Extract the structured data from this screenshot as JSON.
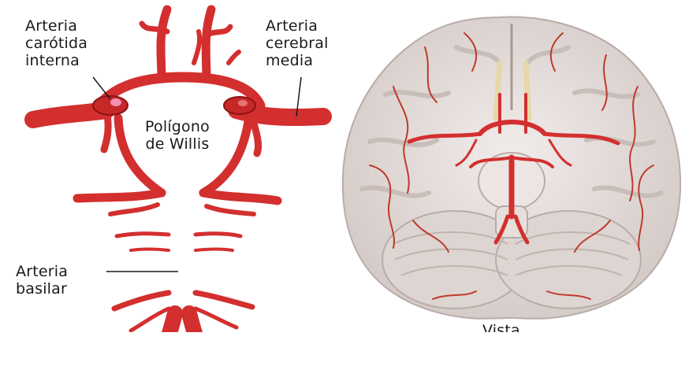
{
  "colors": {
    "artery": "#d32f2f",
    "artery_dark": "#a3191a",
    "artery_light": "#f08080",
    "brain_tissue": "#e8e2e0",
    "brain_shadow": "#c9bfbc",
    "text": "#1a1a1a"
  },
  "labels": {
    "carotid_internal": "Arteria\ncarótida\ninterna",
    "middle_cerebral": "Arteria\ncerebral\nmedia",
    "polygon_willis": "Polígono\nde Willis",
    "basilar": "Arteria\nbasilar",
    "view_caption": "Vista"
  },
  "icons": {
    "diagram": "circle-of-willis-illustration",
    "brain": "brain-inferior-view-illustration"
  }
}
